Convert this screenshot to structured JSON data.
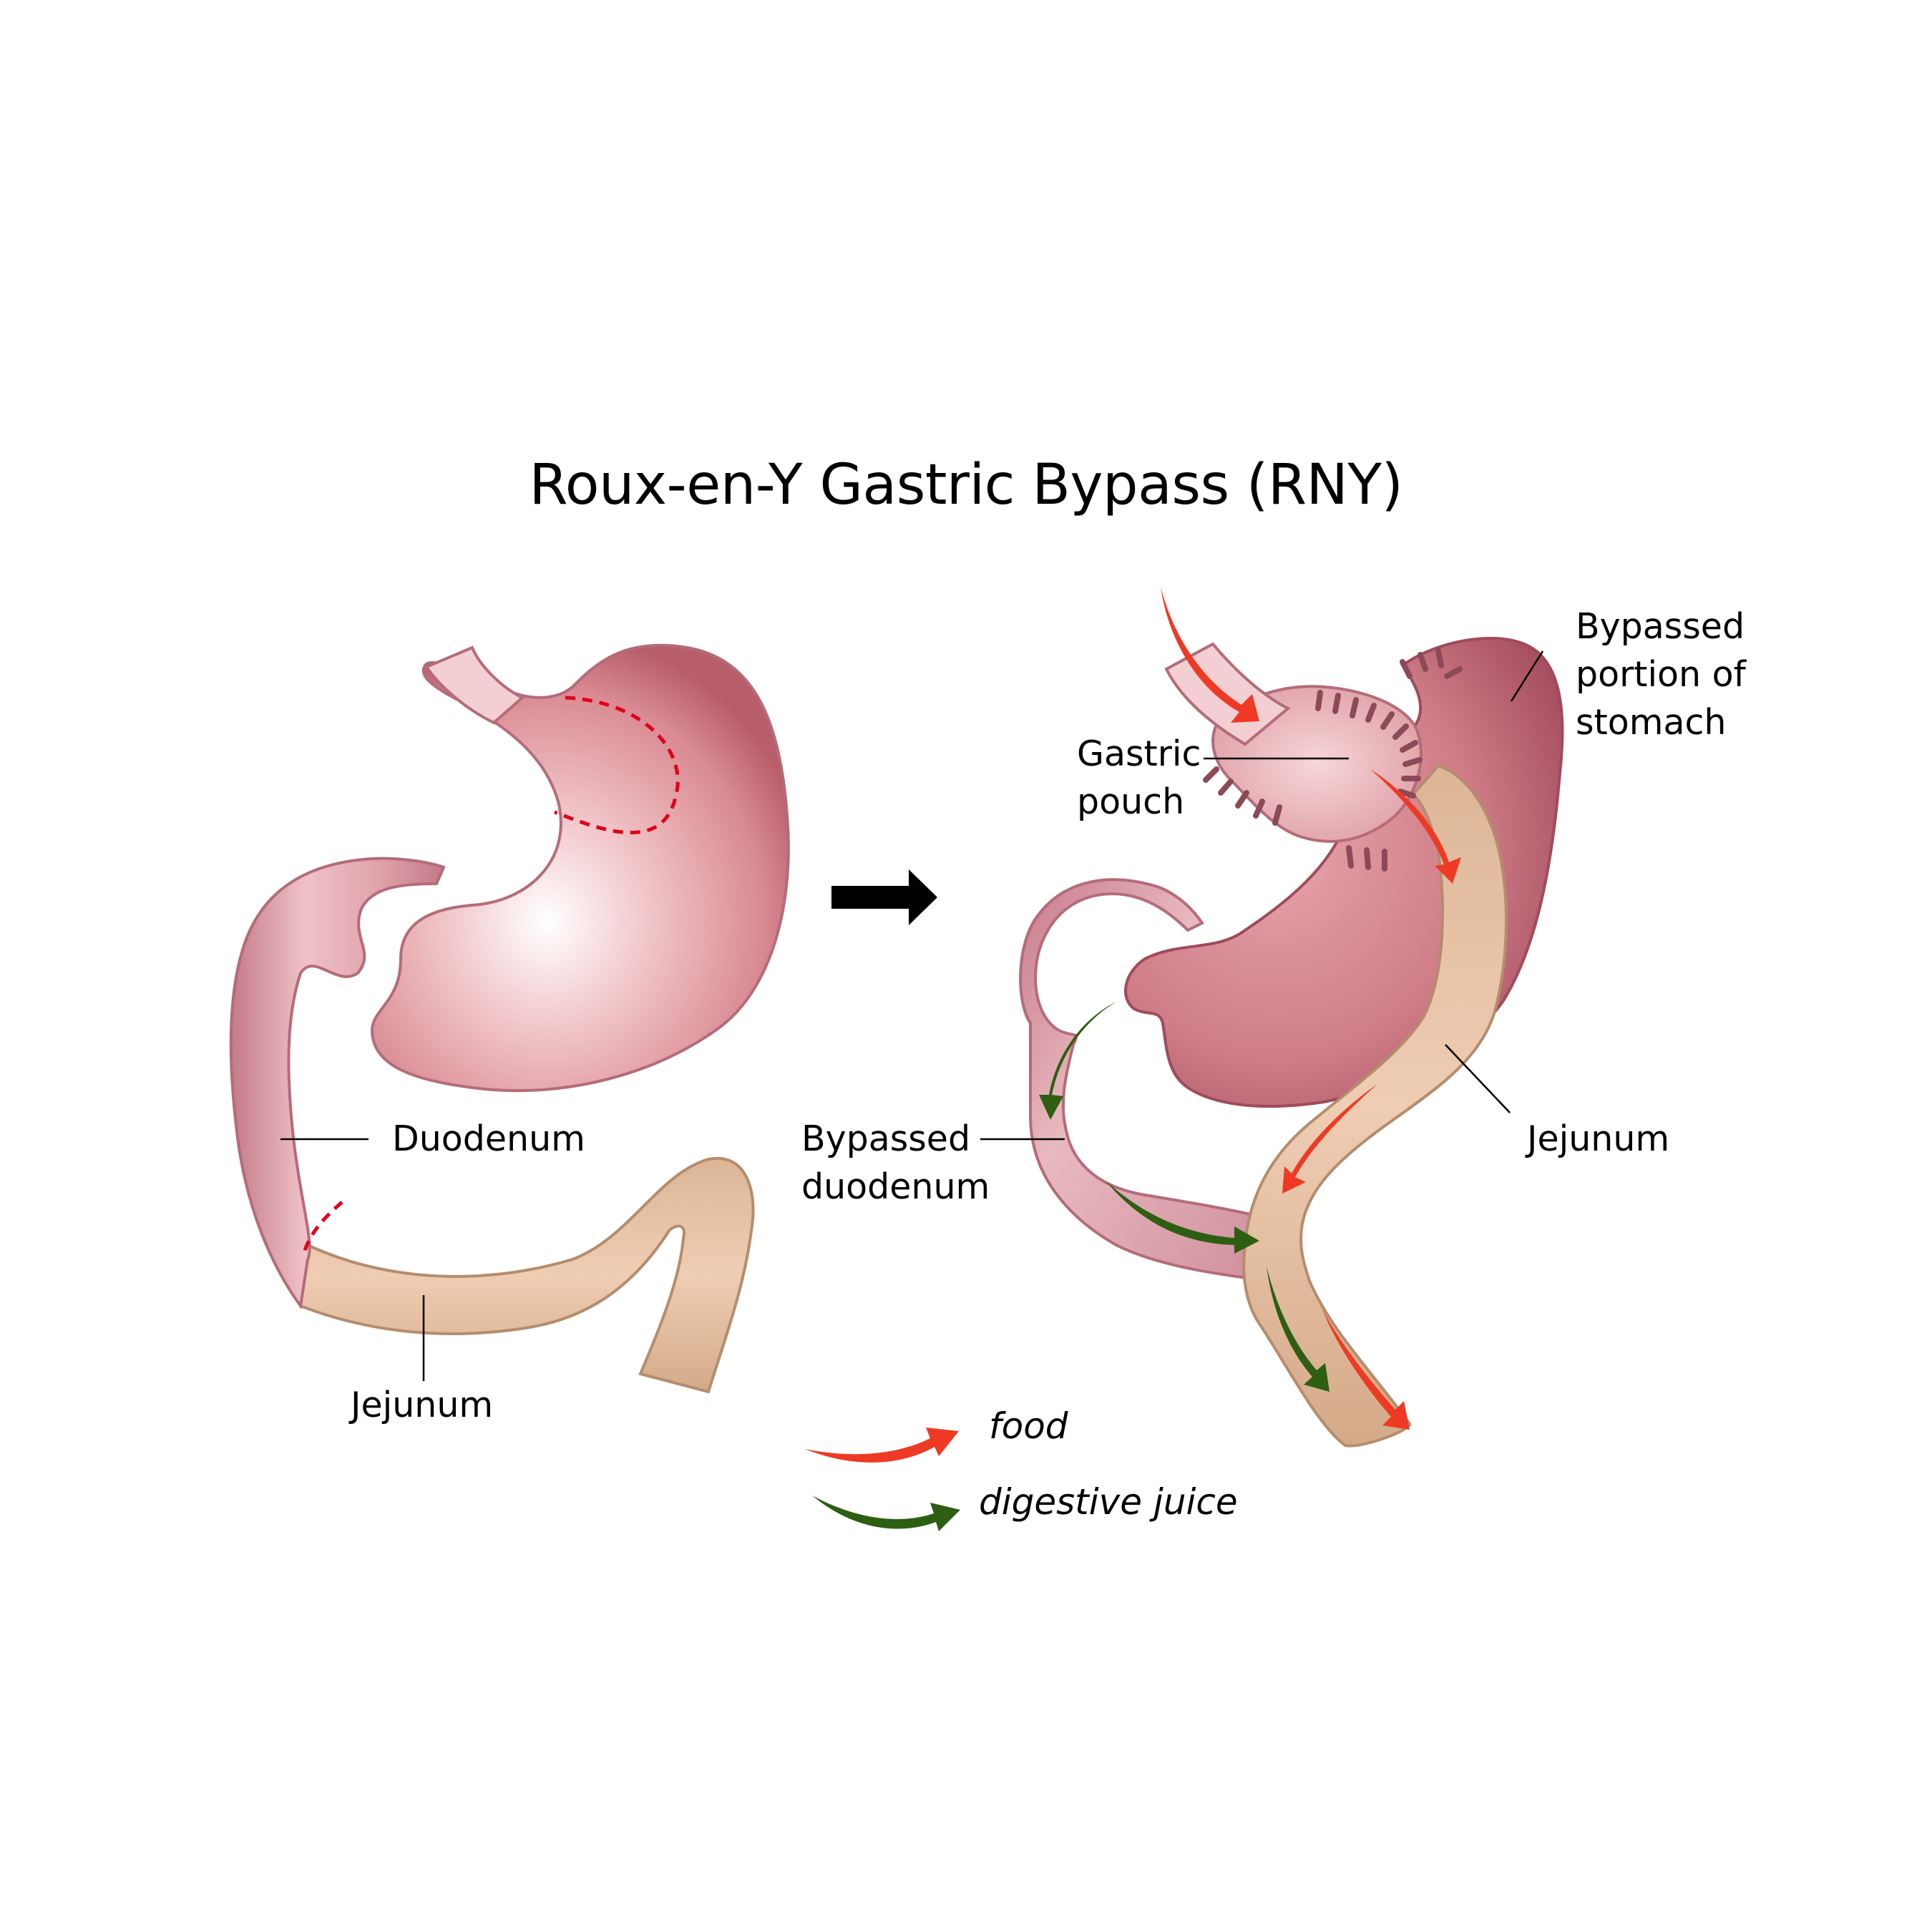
{
  "title": "Roux-en-Y Gastric Bypass (RNY)",
  "before": {
    "labels": {
      "duodenum": "Duodenum",
      "jejunum": "Jejunum"
    }
  },
  "after": {
    "labels": {
      "bypassed_stomach": [
        "Bypassed",
        "portion of",
        "stomach"
      ],
      "gastric_pouch": [
        "Gastric",
        "pouch"
      ],
      "bypassed_duodenum": [
        "Bypassed",
        "duodenum"
      ],
      "jejunum": "Jejunum"
    }
  },
  "legend": {
    "food": "food",
    "digestive_juice": "digestive juice"
  },
  "colors": {
    "food_arrow": "#ee3a24",
    "digestive_juice_arrow": "#2e5e12",
    "stomach": "#d98a92",
    "jejunum": "#e8c3a7",
    "transition_arrow": "#000000",
    "cut_line": "#e0001a"
  }
}
